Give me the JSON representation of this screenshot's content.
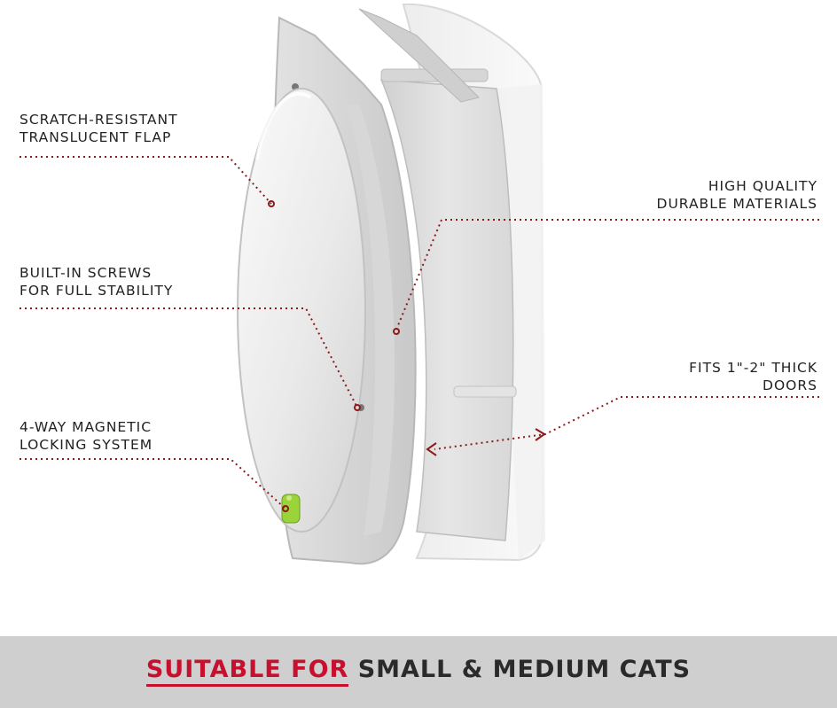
{
  "callouts": {
    "flap": [
      "SCRATCH-RESISTANT",
      "TRANSLUCENT FLAP"
    ],
    "screws": [
      "BUILT-IN SCREWS",
      "FOR FULL STABILITY"
    ],
    "locking": [
      "4-WAY MAGNETIC",
      "LOCKING SYSTEM"
    ],
    "materials": [
      "HIGH QUALITY",
      "DURABLE MATERIALS"
    ],
    "doors": [
      "FITS 1\"-2\" THICK",
      "DOORS"
    ]
  },
  "footer": {
    "accent": "SUITABLE FOR",
    "rest": "SMALL & MEDIUM CATS"
  },
  "colors": {
    "accent": "#c8102e",
    "dots": "#8b1a1a",
    "footer_bg": "#cfcfcf",
    "lock_green": "#9bd43a"
  }
}
